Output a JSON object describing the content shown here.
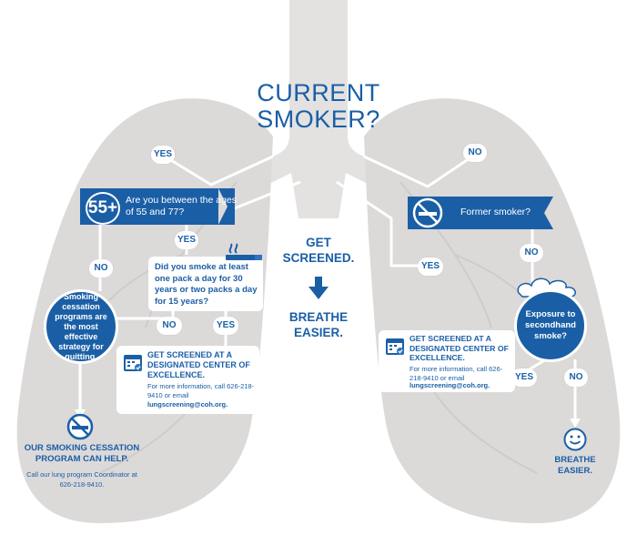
{
  "title": {
    "line1": "CURRENT",
    "line2": "SMOKER?"
  },
  "labels": {
    "yes_top_left": "YES",
    "no_top_right": "NO",
    "yes_under_age": "YES",
    "no_left": "NO",
    "no_mid": "NO",
    "yes_mid": "YES",
    "yes_right": "YES",
    "no_right_former": "NO",
    "yes_right_lower": "YES",
    "no_right_lower": "NO"
  },
  "age_question": {
    "badge": "55+",
    "text": "Are you between the ages of 55 and 77?"
  },
  "pack_question": {
    "text": "Did you smoke at least one pack a day for 30 years or two packs a day for 15 years?"
  },
  "cessation": {
    "text": "Smoking cessation programs are the most effective strategy for quitting."
  },
  "screen_left": {
    "heading": "GET SCREENED AT A DESIGNATED CENTER OF EXCELLENCE.",
    "body": "For more information, call 626-218-9410 or email",
    "email": "lungscreening@coh.org."
  },
  "screen_right": {
    "heading": "GET SCREENED AT A DESIGNATED CENTER OF EXCELLENCE.",
    "body": "For more information, call 626-218-9410 or email",
    "email": "lungscreening@coh.org."
  },
  "center": {
    "line1": "GET",
    "line2": "SCREENED.",
    "line3": "BREATHE",
    "line4": "EASIER."
  },
  "former": {
    "text": "Former smoker?"
  },
  "secondhand": {
    "text": "Exposure to secondhand smoke?"
  },
  "cessation_help": {
    "heading": "OUR SMOKING CESSATION PROGRAM CAN HELP.",
    "body": "Call our lung program Coordinator at 626-218-9410."
  },
  "breathe_right": {
    "line1": "BREATHE",
    "line2": "EASIER."
  },
  "colors": {
    "brand_blue": "#1a5fa6",
    "lung_gray": "#dcd9d9",
    "line_white": "#ffffff"
  },
  "icons": [
    "no-smoking-icon",
    "cigarette-icon",
    "calendar-check-icon",
    "down-arrow-icon",
    "smiley-icon",
    "smoke-cloud-icon"
  ]
}
